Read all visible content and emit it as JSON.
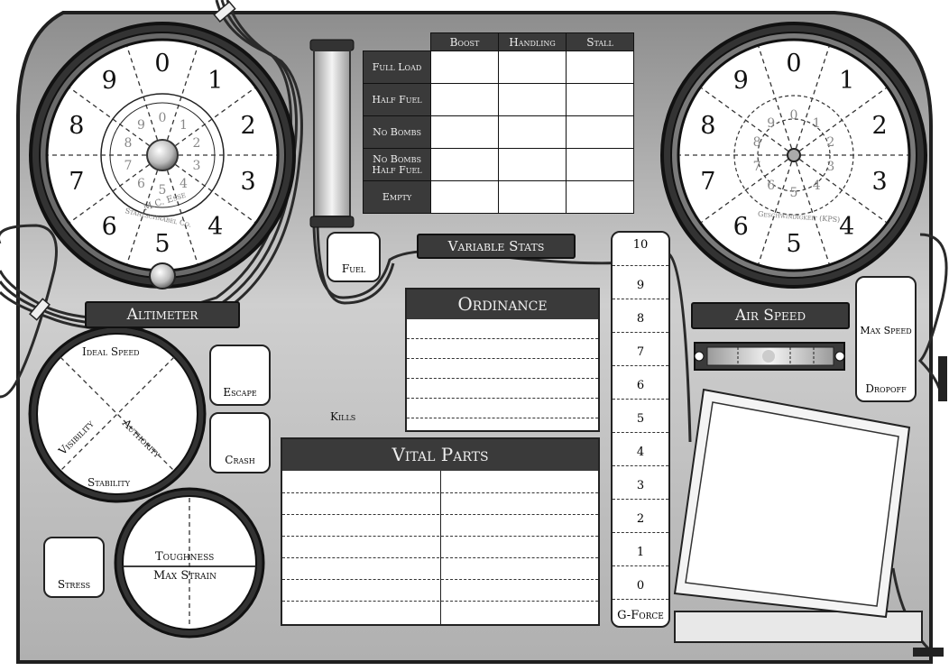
{
  "altimeter": {
    "label": "Altimeter",
    "outer_digits": [
      "0",
      "1",
      "2",
      "3",
      "4",
      "5",
      "6",
      "7",
      "8",
      "9"
    ],
    "inner_digits": [
      "0",
      "1",
      "2",
      "3",
      "4",
      "5",
      "6",
      "7",
      "8",
      "9"
    ],
    "maker_initials": "M.C. Esse",
    "maker": "Stahlschnabel Co."
  },
  "airspeed": {
    "label": "Air Speed",
    "outer_digits": [
      "0",
      "1",
      "2",
      "3",
      "4",
      "5",
      "6",
      "7",
      "8",
      "9"
    ],
    "inner_digits": [
      "0",
      "1",
      "2",
      "3",
      "4",
      "5",
      "6",
      "7",
      "8",
      "9"
    ],
    "subtitle": "Geschwindigkeit (KPS)"
  },
  "performance_table": {
    "columns": [
      "Boost",
      "Handling",
      "Stall"
    ],
    "rows": [
      "Full Load",
      "Half Fuel",
      "No Bombs",
      "No Bombs Half Fuel",
      "Empty"
    ]
  },
  "fuel_label": "Fuel",
  "variable_stats_label": "Variable Stats",
  "ordinance_label": "Ordinance",
  "vital_parts_label": "Vital Parts",
  "kills_label": "Kills",
  "escape_label": "Escape",
  "crash_label": "Crash",
  "stress_label": "Stress",
  "max_speed_label": "Max Speed",
  "dropoff_label": "Dropoff",
  "compass": {
    "top": "Ideal Speed",
    "left": "Visibility",
    "right": "Authority",
    "bottom": "Stability"
  },
  "toughness_label": "Toughness",
  "max_strain_label": "Max Strain",
  "gforce": {
    "label": "G-Force",
    "levels": [
      "10",
      "9",
      "8",
      "7",
      "6",
      "5",
      "4",
      "3",
      "2",
      "1",
      "0"
    ]
  },
  "colors": {
    "panel": "#b9b9b9",
    "plate": "#3a3a3a",
    "frame": "#1f1f1f"
  }
}
